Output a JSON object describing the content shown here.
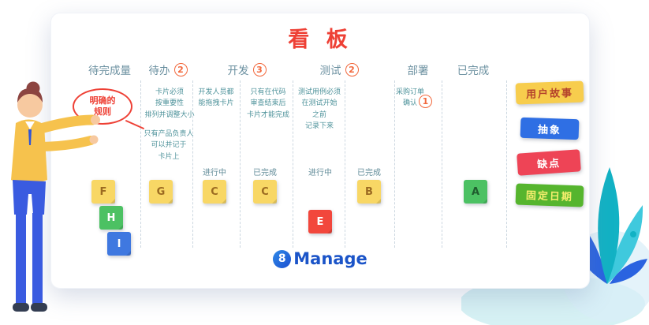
{
  "board": {
    "title": "看 板"
  },
  "annotation": {
    "text": "明确的\n规则"
  },
  "columns": {
    "backlog": {
      "header": "待完成量"
    },
    "todo": {
      "header": "待办",
      "wip_limit": "2",
      "rule1": "卡片必须\n按重要性\n排列并调整大小",
      "rule2": "只有产品负责人\n可以并记于\n卡片上"
    },
    "dev": {
      "header": "开发",
      "wip_limit": "3",
      "rule1": "开发人员都\n能拖拽卡片",
      "rule2": "只有在代码\n审查结束后\n卡片才能完成",
      "lane1_status": "进行中",
      "lane2_status": "已完成"
    },
    "test": {
      "header": "测试",
      "wip_limit": "2",
      "rule1": "测试用例必须\n在测试开始\n之前\n记录下来",
      "lane1_status": "进行中",
      "lane2_status": "已完成"
    },
    "deploy": {
      "header": "部署",
      "wip_limit": "1",
      "rule1": "采购订单\n确认"
    },
    "done": {
      "header": "已完成"
    }
  },
  "cards": {
    "f": {
      "label": "F",
      "color": "#f8d765"
    },
    "h": {
      "label": "H",
      "color": "#4cc163"
    },
    "i": {
      "label": "I",
      "color": "#3f78e0"
    },
    "g": {
      "label": "G",
      "color": "#f8d765"
    },
    "c1": {
      "label": "C",
      "color": "#f8d765"
    },
    "c2": {
      "label": "C",
      "color": "#f8d765"
    },
    "e": {
      "label": "E",
      "color": "#f2473c"
    },
    "b": {
      "label": "B",
      "color": "#f8d765"
    },
    "a": {
      "label": "A",
      "color": "#4cc163"
    }
  },
  "legend": {
    "user_story": "用户故事",
    "abstract": "抽象",
    "defect": "缺点",
    "fixed_date": "固定日期"
  },
  "brand": {
    "eight": "8",
    "name": "Manage"
  },
  "colors": {
    "title_red": "#ee4035",
    "header_teal": "#6b90a0",
    "rule_text": "#4f939b",
    "wip_badge_orange": "#f2683c",
    "sticky_yellow": "#f8d765",
    "sticky_green": "#4cc163",
    "sticky_blue": "#3f78e0",
    "sticky_red": "#f2473c",
    "tag_yellow": "#f7cd4d",
    "tag_blue": "#2f6fe4",
    "tag_red": "#ee4456",
    "tag_green": "#56b52e",
    "brand_blue": "#1b54c8"
  }
}
